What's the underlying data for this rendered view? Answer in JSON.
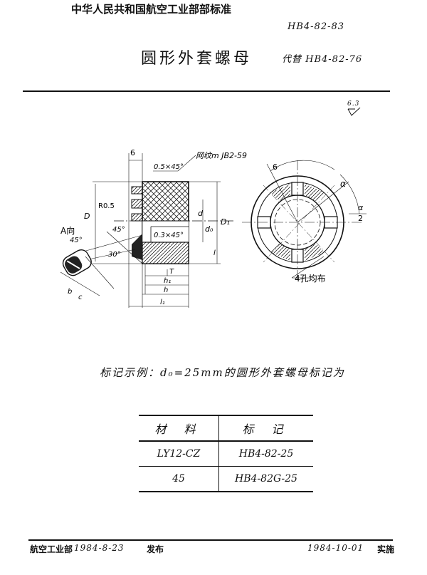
{
  "header": {
    "org_standard": "中华人民共和国航空工业部部标准",
    "std_number": "HB4-82-83",
    "title": "圆形外套螺母",
    "replaces": "代替 HB4-82-76",
    "roughness": "6.3"
  },
  "drawing": {
    "section": {
      "dim_6": "6",
      "chamfer_top": "0.5×45°",
      "knurl": "网纹m JB2-59",
      "radius": "R0.5",
      "ang_45_left": "45°",
      "ang_45_mid": "45°",
      "ang_30": "30°",
      "chamfer_inner": "0.3×45°",
      "dim_D": "D",
      "dim_d": "d",
      "dim_d0": "d₀",
      "dim_D1": "D₁",
      "dim_T": "T",
      "dim_h1": "h₁",
      "dim_h": "h",
      "dim_l1": "l₁",
      "dim_l": "l",
      "view_A": "A向",
      "dim_b": "b",
      "dim_c": "c"
    },
    "end_view": {
      "dim_6": "6",
      "dim_alpha": "α",
      "dim_alpha_half": "α",
      "dim_2": "2",
      "holes_note": "4孔均布"
    }
  },
  "example": {
    "text": "标记示例：d₀=25mm的圆形外套螺母标记为"
  },
  "table": {
    "headers": [
      "材  料",
      "标  记"
    ],
    "rows": [
      [
        "LY12-CZ",
        "HB4-82-25"
      ],
      [
        "45",
        "HB4-82G-25"
      ]
    ]
  },
  "footer": {
    "issuer": "航空工业部",
    "issue_date": "1984-8-23",
    "issued": "发布",
    "effective_date": "1984-10-01",
    "implemented": "实施"
  }
}
